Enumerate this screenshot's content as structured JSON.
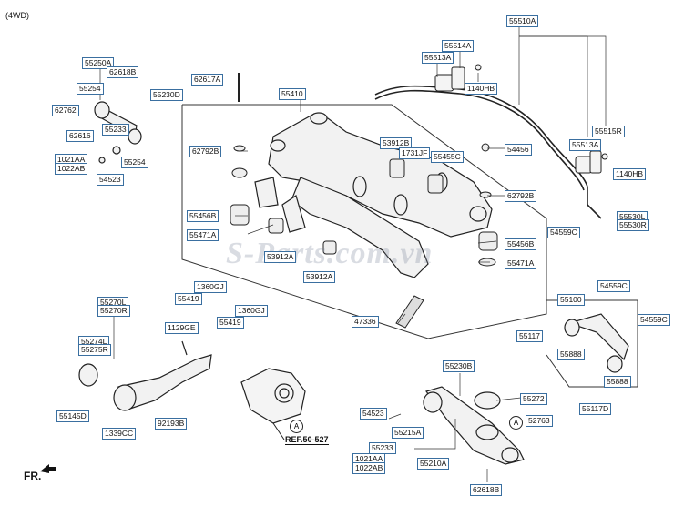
{
  "variant_note": "(4WD)",
  "watermark": "S-Parts.com.vn",
  "front_marker": "FR.",
  "circle_marker": "A",
  "ref_label": "REF.50-527",
  "callouts": [
    "55510A",
    "55514A",
    "55513A",
    "1140HB",
    "55515R",
    "55513A",
    "1140HB",
    "54456",
    "62792B",
    "54559C",
    "55530L",
    "55530R",
    "55250A",
    "62618B",
    "55254",
    "62762",
    "62616",
    "55233",
    "55254",
    "1021AA",
    "1022AB",
    "54523",
    "55230D",
    "62617A",
    "55410",
    "62792B",
    "55456B",
    "55471A",
    "53912B",
    "1731JF",
    "55455C",
    "53912A",
    "53912A",
    "55456B",
    "55471A",
    "55419",
    "1360GJ",
    "55419",
    "1360GJ",
    "47336",
    "55100",
    "54559C",
    "54559C",
    "55117",
    "55888",
    "55888",
    "55117D",
    "55270L",
    "55270R",
    "55274L",
    "55275R",
    "1129GE",
    "55145D",
    "1339CC",
    "92193B",
    "55230B",
    "55272",
    "52763",
    "54523",
    "55233",
    "55215A",
    "1021AA",
    "1022AB",
    "55210A",
    "62618B"
  ],
  "colors": {
    "label_border": "#3a6fa0",
    "line": "#222222",
    "watermark": "#7882969"
  }
}
